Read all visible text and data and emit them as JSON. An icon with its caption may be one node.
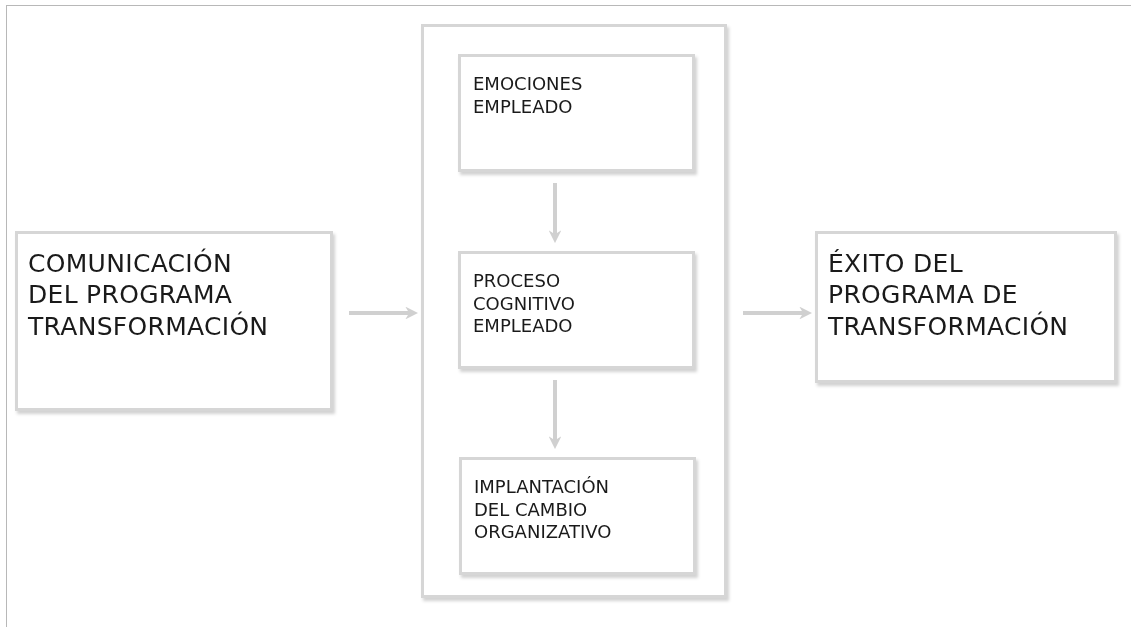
{
  "diagram": {
    "nodes": [
      {
        "text": [
          "COMUNICACIÓN DEL PROGRAMA TRANSFORMACIÓN"
        ]
      },
      {
        "text": [],
        "shape": "box"
      },
      {
        "text": [
          "EMOCIONES EMPLEADO"
        ],
        "in": 1
      },
      {
        "text": [
          "PROCESO COGNITIVO EMPLEADO"
        ],
        "in": 1
      },
      {
        "text": [
          "IMPLANTACIÓN DEL CAMBIO ORGANIZATIVO"
        ],
        "in": 1
      },
      {
        "text": [
          "ÉXITO DEL PROGRAMA DE TRANSFORMACIÓN"
        ]
      }
    ],
    "edges": [
      {
        "from": 0,
        "to": 1,
        "arrow": "to"
      },
      {
        "from": 2,
        "to": 3,
        "arrow": "to"
      },
      {
        "from": 3,
        "to": 4,
        "arrow": "to"
      },
      {
        "from": 1,
        "to": 5,
        "arrow": "to"
      }
    ]
  }
}
